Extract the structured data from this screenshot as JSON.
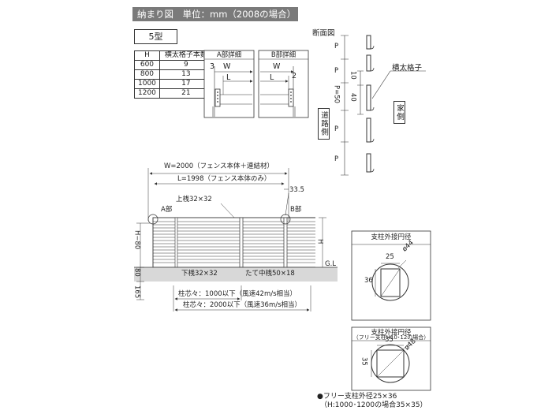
{
  "header": {
    "title": "納まり図　単位：mm（2008の場合）"
  },
  "type_label": "5型",
  "table": {
    "headers": [
      "H",
      "横太格子本数"
    ],
    "rows": [
      [
        "600",
        "9"
      ],
      [
        "800",
        "13"
      ],
      [
        "1000",
        "17"
      ],
      [
        "1200",
        "21"
      ]
    ]
  },
  "detail_a": {
    "title": "A部詳細",
    "dim_3": "3",
    "w": "W",
    "l": "L"
  },
  "detail_b": {
    "title": "B部詳細",
    "dim_2": "2",
    "w": "W",
    "l": "L"
  },
  "section": {
    "title": "断面図",
    "p": "P",
    "dim_10": "10",
    "dim_40": "40",
    "p50": "P=50",
    "lattice_label": "横太格子",
    "road_side": "道路側",
    "house_side": "家側"
  },
  "elevation": {
    "w_dim": "W=2000（フェンス本体＋連結材）",
    "l_dim": "L=1998（フェンス本体のみ）",
    "top_rail": "上桟32×32",
    "dim_33_5": "33.5",
    "a_part": "A部",
    "b_part": "B部",
    "h_minus_80": "H−80",
    "h": "H",
    "dim_80": "80",
    "dim_165": "165",
    "gl": "G.L",
    "bottom_rail": "下桟32×32",
    "mid_rail": "たて中桟50×18",
    "post_pitch_1": "柱芯々：1000以下（風速42m/s相当）",
    "post_pitch_2": "柱芯々：2000以下（風速36m/s相当）"
  },
  "circle1": {
    "title": "支柱外接円径",
    "dim_25": "25",
    "dim_36": "36",
    "dia": "ø44"
  },
  "circle2": {
    "title": "支柱外接円径",
    "subtitle": "（フリー支柱H10･12の場合）",
    "dim_35a": "35",
    "dim_35b": "35",
    "dia": "ø48"
  },
  "footnote": {
    "line1": "●フリー支柱外径25×36",
    "line2": "（H:1000･1200の場合35×35）"
  }
}
